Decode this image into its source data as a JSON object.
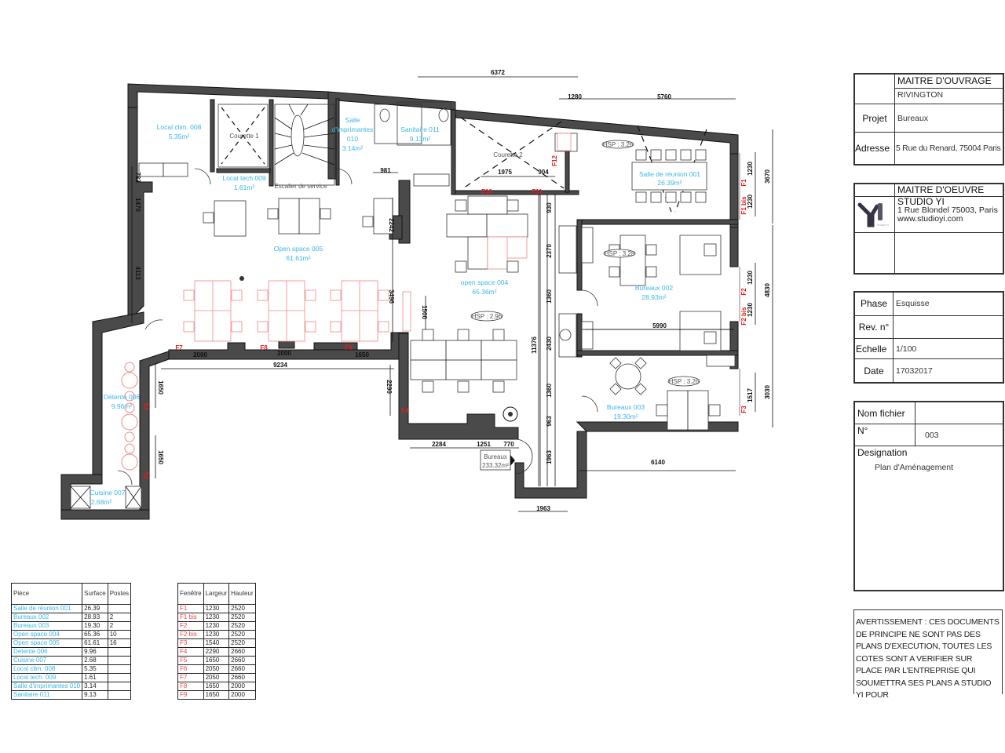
{
  "plan": {
    "rooms": [
      {
        "name": "Local clim. 008",
        "area": "5.35m²"
      },
      {
        "name": "Courette 1",
        "area": ""
      },
      {
        "name": "Escalier de service",
        "area": ""
      },
      {
        "name": "Local tech.009",
        "area": "1.61m²"
      },
      {
        "name": "Salle d'imprimantes 010",
        "area": "3.14m²"
      },
      {
        "name": "Sanitaire 011",
        "area": "9.13m²"
      },
      {
        "name": "Courette 2",
        "area": ""
      },
      {
        "name": "Salle de réunion 001",
        "area": "26.39m²"
      },
      {
        "name": "Open space 005",
        "area": "61.61m²"
      },
      {
        "name": "open space 004",
        "area": "65.36m²"
      },
      {
        "name": "Bureaux 002",
        "area": "28.93m²"
      },
      {
        "name": "Bureaux 003",
        "area": "19.30m²"
      },
      {
        "name": "Détente 006",
        "area": "9.96m²"
      },
      {
        "name": "Cuisine 007",
        "area": "2.68m²"
      }
    ],
    "hsp": [
      "HSP : 3.26",
      "HSP : 3.28",
      "HSP : 2.96",
      "HSP : 3.26"
    ],
    "total_label": "Bureaux",
    "total_area": "233.32m²",
    "dimensions": {
      "top_6372": "6372",
      "top_1280": "1280",
      "top_5760": "5760",
      "d981": "981",
      "d1975": "1975",
      "d904": "904",
      "left_783": "783",
      "left_1470": "1470",
      "left_4113": "4113",
      "d2242": "2242",
      "d3496": "3496",
      "d1500": "1500",
      "b2000a": "2000",
      "b2000b": "2000",
      "b1650": "1650",
      "b9234": "9234",
      "d2290": "2290",
      "d1650a": "1650",
      "d1650b": "1650",
      "d2284": "2284",
      "d1251": "1251",
      "d770": "770",
      "d1963": "1963",
      "d6140": "6140",
      "d5990": "5990",
      "v930": "930",
      "v2370": "2370",
      "v1360a": "1360",
      "v2430": "2430",
      "v1360b": "1360",
      "v963": "963",
      "v1963": "1963",
      "v11376": "11376",
      "r1230a": "1230",
      "r1230b": "1230",
      "r3670": "3670",
      "r1230c": "1230",
      "r1230d": "1230",
      "r4830": "4830",
      "r1517": "1517",
      "r3030": "3030"
    },
    "windows": [
      "F1",
      "F1 bis",
      "F2",
      "F2 bis",
      "F3",
      "F4",
      "F5",
      "F6",
      "F7",
      "F8",
      "F9",
      "F10",
      "F11",
      "F12"
    ]
  },
  "title_block": {
    "ouvrage": {
      "heading": "MAITRE D'OUVRAGE",
      "client": "RIVINGTON",
      "projet_label": "Projet",
      "projet": "Bureaux",
      "adresse_label": "Adresse",
      "adresse": "5 Rue du Renard, 75004 Paris"
    },
    "oeuvre": {
      "heading": "MAITRE D'OEUVRE",
      "name": "STUDIO YI",
      "address": "1 Rue Blondel 75003, Paris",
      "website": "www.studioyi.com"
    },
    "phase": {
      "phase_label": "Phase",
      "phase": "Esquisse",
      "rev_label": "Rev. n°",
      "rev": "",
      "echelle_label": "Echelle",
      "echelle": "1/100",
      "date_label": "Date",
      "date": "17032017"
    },
    "file": {
      "nom_label": "Nom fichier",
      "nom": "",
      "num_label": "N°",
      "num": "003",
      "designation_label": "Designation",
      "designation": "Plan d'Aménagement"
    },
    "warning": "AVERTISSEMENT : CES DOCUMENTS DE PRINCIPE NE SONT PAS DES PLANS D'EXECUTION, TOUTES LES COTES SONT A VERIFIER SUR PLACE PAR L'ENTREPRISE QUI SOUMETTRA SES PLANS A STUDIO YI POUR"
  },
  "rooms_table": {
    "headers": [
      "Pièce",
      "Surface",
      "Postes"
    ],
    "rows": [
      [
        "Salle de réunion 001",
        "26.39",
        ""
      ],
      [
        "Bureaux 002",
        "28.93",
        "2"
      ],
      [
        "Bureaux 003",
        "19.30",
        "2"
      ],
      [
        "Open space 004",
        "65.36",
        "10"
      ],
      [
        "Open space 005",
        "61.61",
        "16"
      ],
      [
        "Détente 006",
        "9.96",
        ""
      ],
      [
        "Cuisine 007",
        "2.68",
        ""
      ],
      [
        "Local clim. 008",
        "5.35",
        ""
      ],
      [
        "Local tech. 009",
        "1.61",
        ""
      ],
      [
        "Salle d'imprimantes 010",
        "3.14",
        ""
      ],
      [
        "Sanitaire 011",
        "9.13",
        ""
      ]
    ]
  },
  "windows_table": {
    "headers": [
      "Fenêtre",
      "Largeur",
      "Hauteur"
    ],
    "rows": [
      [
        "F1",
        "1230",
        "2520"
      ],
      [
        "F1 bis",
        "1230",
        "2520"
      ],
      [
        "F2",
        "1230",
        "2520"
      ],
      [
        "F2 bis",
        "1230",
        "2520"
      ],
      [
        "F3",
        "1540",
        "2520"
      ],
      [
        "F4",
        "2290",
        "2660"
      ],
      [
        "F5",
        "1650",
        "2660"
      ],
      [
        "F6",
        "2050",
        "2660"
      ],
      [
        "F7",
        "2050",
        "2660"
      ],
      [
        "F8",
        "1650",
        "2000"
      ],
      [
        "F9",
        "1650",
        "2000"
      ]
    ]
  }
}
